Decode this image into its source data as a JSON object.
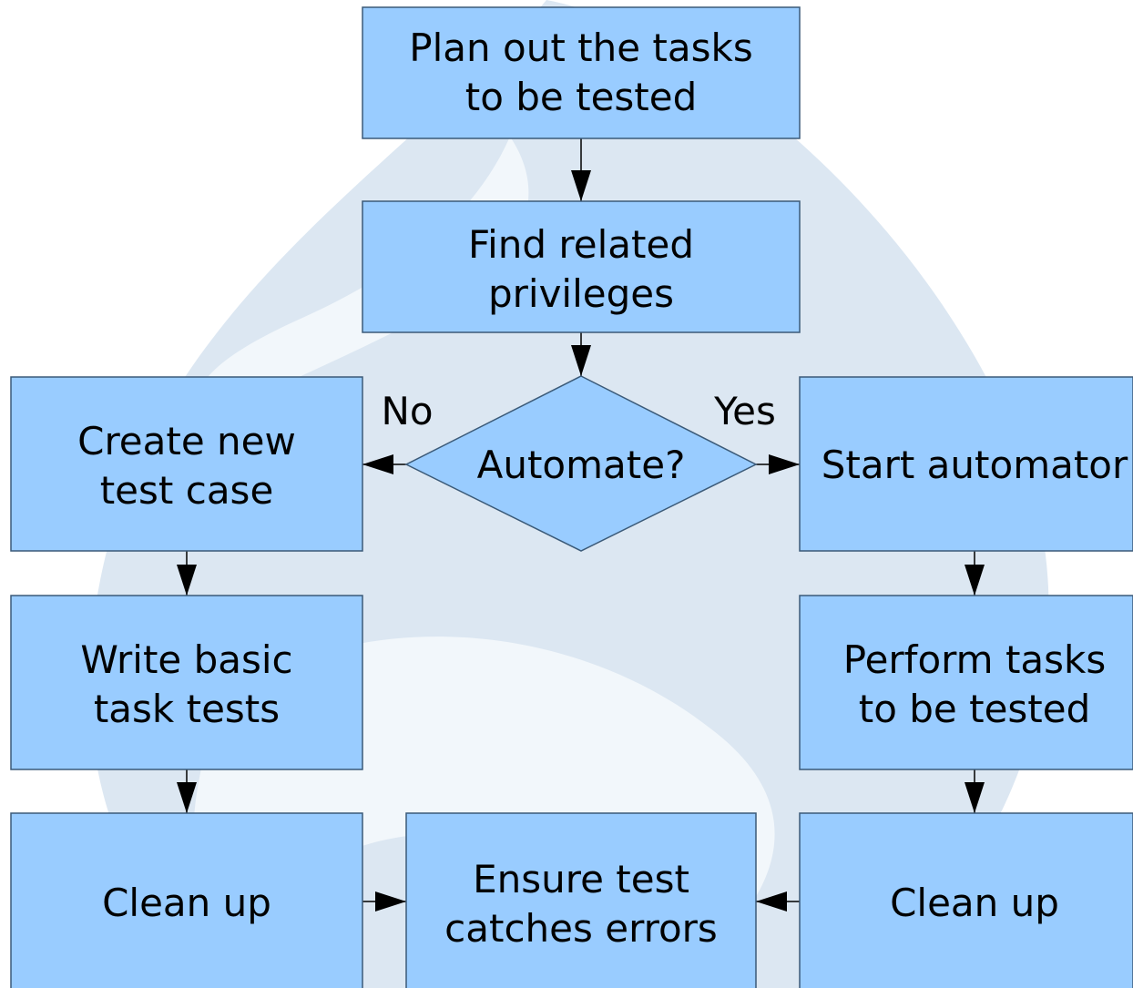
{
  "diagram": {
    "nodes": {
      "plan": {
        "lines": [
          "Plan out the tasks",
          "to be tested"
        ]
      },
      "find": {
        "lines": [
          "Find related",
          "privileges"
        ]
      },
      "decision": {
        "lines": [
          "Automate?"
        ]
      },
      "create": {
        "lines": [
          "Create new",
          "test case"
        ]
      },
      "start": {
        "lines": [
          "Start automator"
        ]
      },
      "write": {
        "lines": [
          "Write basic",
          "task tests"
        ]
      },
      "perform": {
        "lines": [
          "Perform tasks",
          "to be tested"
        ]
      },
      "cleanup_left": {
        "lines": [
          "Clean up"
        ]
      },
      "ensure": {
        "lines": [
          "Ensure test",
          "catches errors"
        ]
      },
      "cleanup_right": {
        "lines": [
          "Clean up"
        ]
      }
    },
    "branch_labels": {
      "no": "No",
      "yes": "Yes"
    },
    "edges": [
      {
        "from": "plan",
        "to": "find"
      },
      {
        "from": "find",
        "to": "decision"
      },
      {
        "from": "decision",
        "to": "create",
        "label": "No"
      },
      {
        "from": "decision",
        "to": "start",
        "label": "Yes"
      },
      {
        "from": "create",
        "to": "write"
      },
      {
        "from": "write",
        "to": "cleanup_left"
      },
      {
        "from": "start",
        "to": "perform"
      },
      {
        "from": "perform",
        "to": "cleanup_right"
      },
      {
        "from": "cleanup_left",
        "to": "ensure"
      },
      {
        "from": "cleanup_right",
        "to": "ensure"
      }
    ],
    "colors": {
      "box_fill": "#99ccff",
      "box_stroke": "#3b5a78",
      "background": "#ffffff",
      "watermark": "#dce7f2",
      "watermark_light": "#f2f7fb",
      "arrow": "#000000"
    }
  }
}
